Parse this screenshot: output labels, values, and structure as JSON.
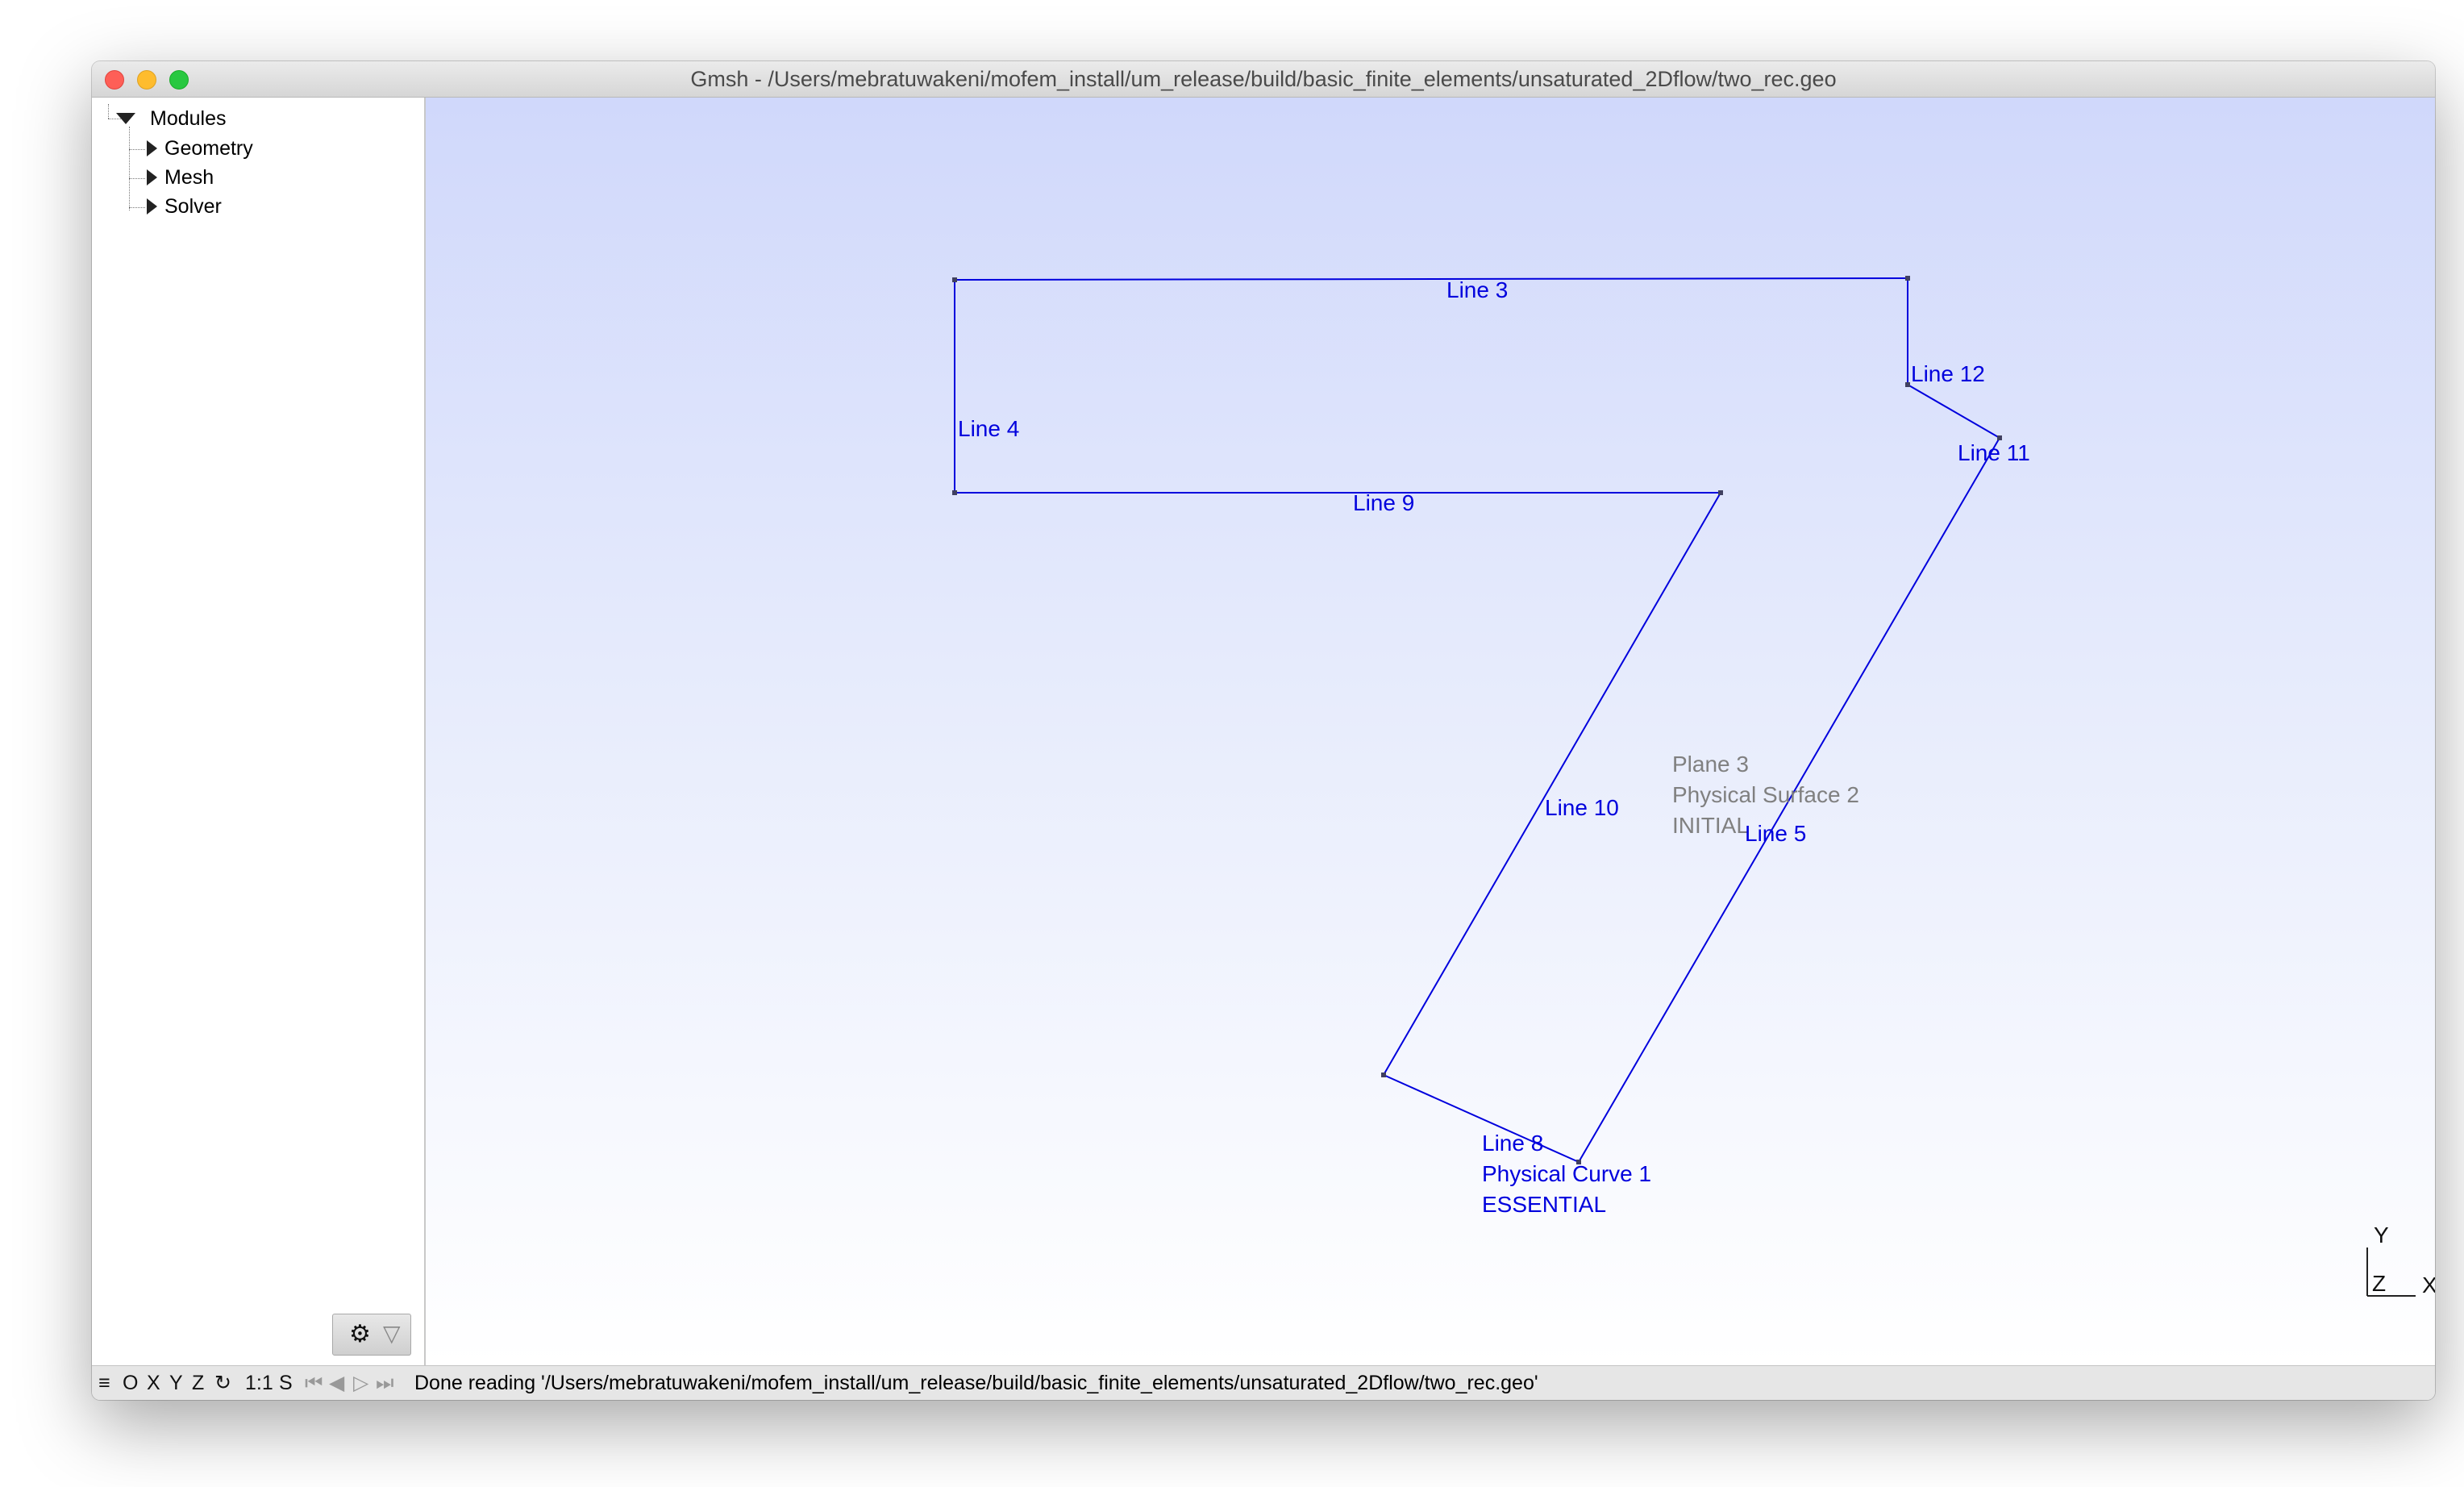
{
  "window": {
    "title": "Gmsh - /Users/mebratuwakeni/mofem_install/um_release/build/basic_finite_elements/unsaturated_2Dflow/two_rec.geo"
  },
  "sidebar": {
    "root_label": "Modules",
    "items": [
      {
        "label": "Geometry"
      },
      {
        "label": "Mesh"
      },
      {
        "label": "Solver"
      }
    ],
    "options_icon": "gear-icon",
    "filter_icon": "filter-icon"
  },
  "viewport": {
    "line_color": "#0000dd",
    "surface_label_color": "#808080",
    "line_labels": {
      "line3": "Line 3",
      "line4": "Line 4",
      "line5": "Line 5",
      "line8": "Line 8",
      "line9": "Line 9",
      "line10": "Line 10",
      "line11": "Line 11",
      "line12": "Line 12"
    },
    "physical_curve": {
      "name": "Physical Curve 1",
      "tag": "ESSENTIAL"
    },
    "surface": {
      "plane": "Plane 3",
      "physical": "Physical Surface 2",
      "tag": "INITIAL"
    },
    "axes": {
      "y": "Y",
      "z": "Z",
      "x": "X"
    }
  },
  "statusbar": {
    "menu_icon": "menu-icon",
    "ortho_label": "O",
    "x_label": "X",
    "y_label": "Y",
    "z_label": "Z",
    "rotate_icon": "rotate-icon",
    "scale_label": "1:1",
    "s_label": "S",
    "first_icon": "first-step-icon",
    "prev_icon": "previous-step-icon",
    "play_icon": "play-icon",
    "next_icon": "next-step-icon",
    "message": "Done reading '/Users/mebratuwakeni/mofem_install/um_release/build/basic_finite_elements/unsaturated_2Dflow/two_rec.geo'"
  }
}
